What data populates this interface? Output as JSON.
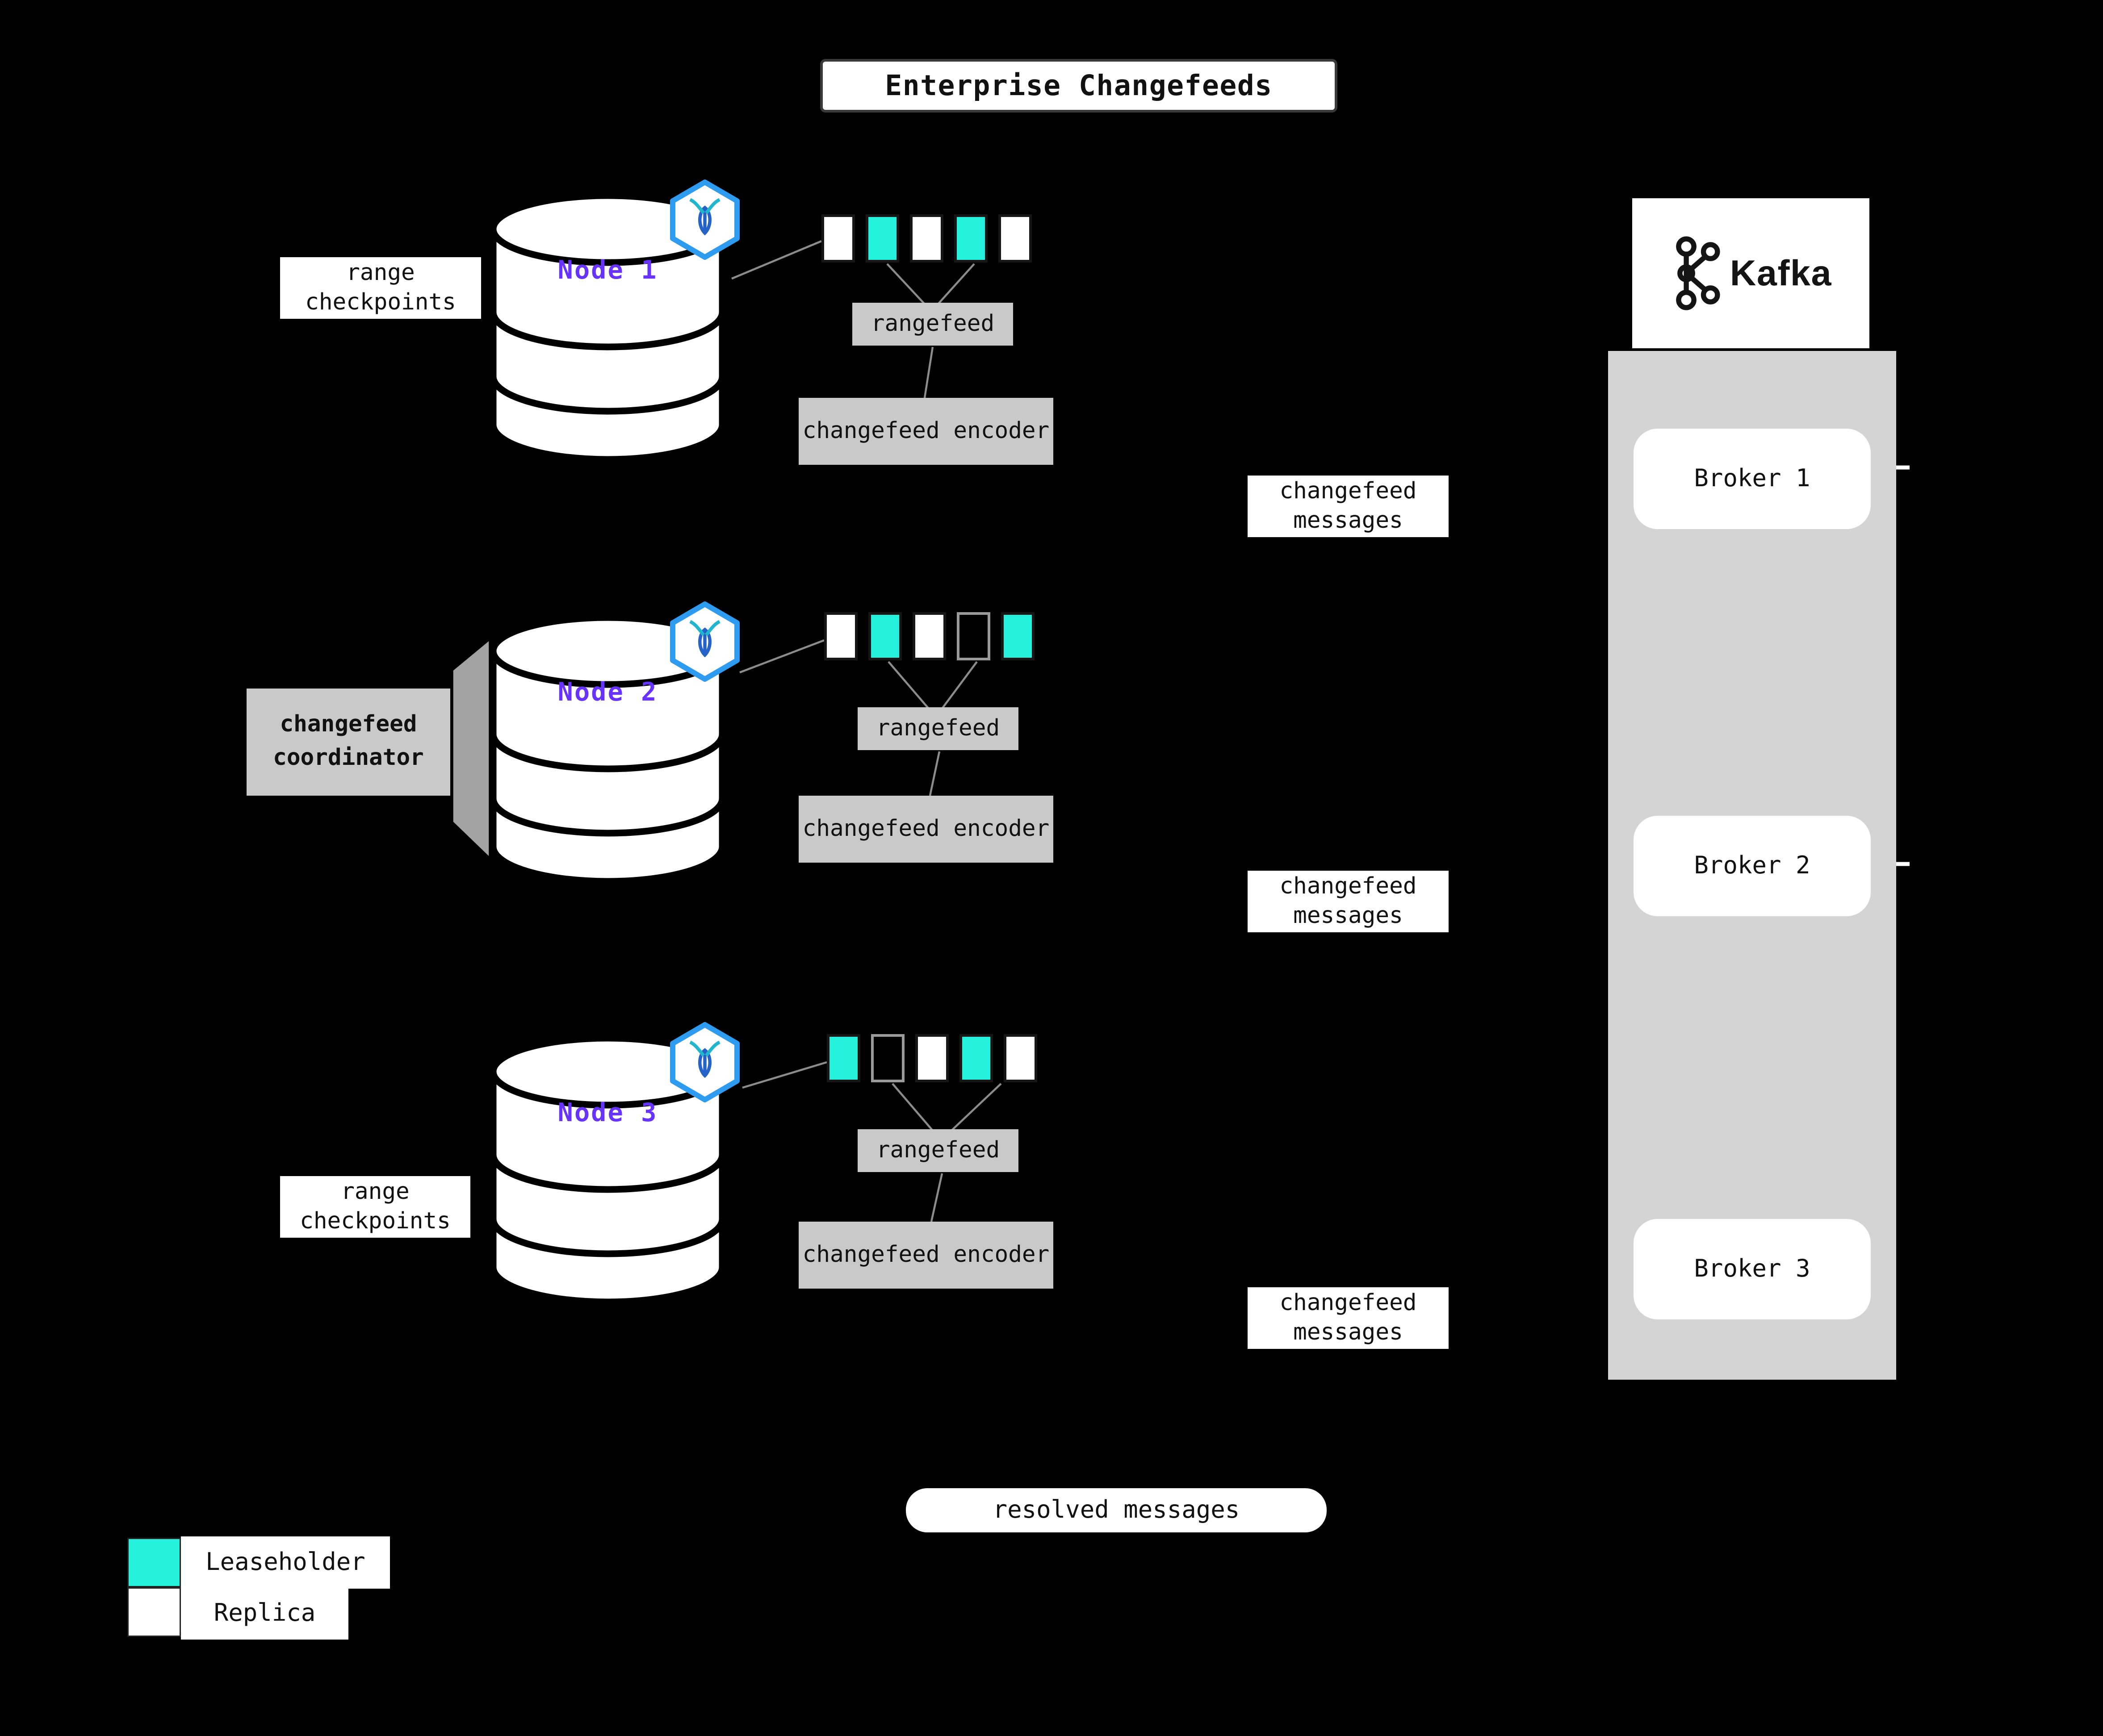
{
  "title": "Enterprise Changefeeds",
  "colors": {
    "background": "#000000",
    "leaseholder": "#24F2DD",
    "replica_fill": "#FFFFFF",
    "node_label": "#6933FF",
    "gray_box": "#C9C9C9",
    "broker_panel": "#D4D4D4",
    "badge_border": "#2D9BF0"
  },
  "boxes": {
    "rangefeed": "rangefeed",
    "encoder": "changefeed encoder",
    "messages": "changefeed messages"
  },
  "nodes": [
    {
      "label": "Node 1",
      "side_label": "range checkpoints",
      "squares": [
        "replica",
        "leaseholder",
        "replica",
        "leaseholder",
        "replica"
      ]
    },
    {
      "label": "Node 2",
      "side_label": "changefeed coordinator",
      "squares": [
        "replica",
        "leaseholder",
        "replica",
        "empty",
        "leaseholder"
      ]
    },
    {
      "label": "Node 3",
      "side_label": "range checkpoints",
      "squares": [
        "leaseholder",
        "empty",
        "replica",
        "leaseholder",
        "replica"
      ]
    }
  ],
  "kafka": {
    "brand": "Kafka",
    "brokers": [
      "Broker 1",
      "Broker 2",
      "Broker 3"
    ]
  },
  "resolved_label": "resolved messages",
  "legend": {
    "items": [
      {
        "role": "leaseholder",
        "label": "Leaseholder"
      },
      {
        "role": "replica",
        "label": "Replica"
      }
    ]
  }
}
